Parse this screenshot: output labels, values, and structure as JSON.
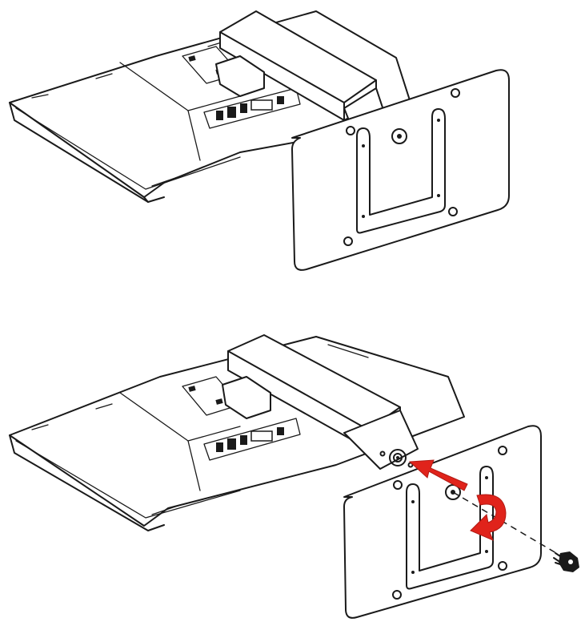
{
  "figure": {
    "steps": [
      {
        "name": "step-1",
        "action": "align-base-with-stand"
      },
      {
        "name": "step-2",
        "action": "attach-base-and-tighten-screw"
      }
    ],
    "colors": {
      "line": "#1a1a1a",
      "arrow": "#e0231b",
      "background": "#ffffff"
    },
    "icons": [
      "push-arrow-icon",
      "rotate-arrow-icon",
      "screw-icon"
    ]
  }
}
